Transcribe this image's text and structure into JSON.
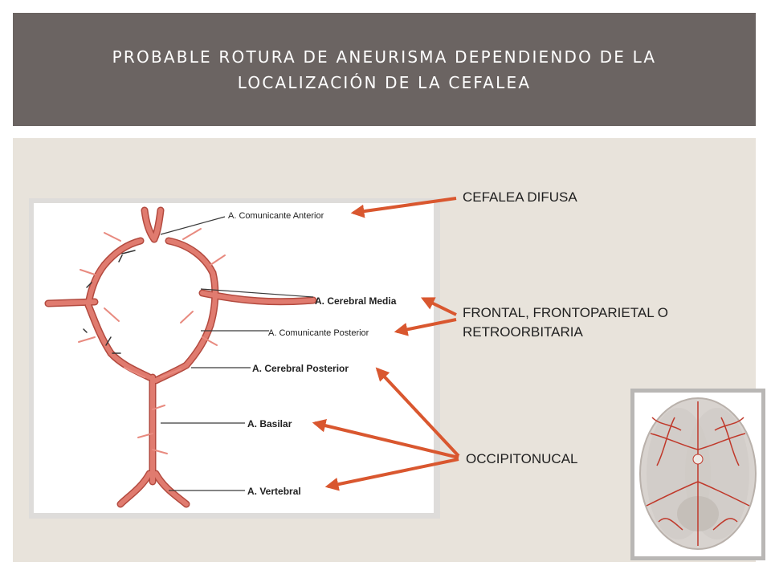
{
  "slide": {
    "title": "PROBABLE ROTURA DE ANEURISMA DEPENDIENDO DE LA LOCALIZACIÓN DE LA CEFALEA"
  },
  "diagram": {
    "artery_labels": {
      "comunicante_anterior": "A. Comunicante Anterior",
      "cerebral_media": "A. Cerebral Media",
      "comunicante_posterior": "A. Comunicante Posterior",
      "cerebral_posterior": "A. Cerebral Posterior",
      "basilar": "A. Basilar",
      "vertebral": "A. Vertebral"
    },
    "headache_labels": {
      "difusa": "CEFALEA DIFUSA",
      "frontal_line1": "FRONTAL, FRONTOPARIETAL O",
      "frontal_line2": "RETROORBITARIA",
      "occipital": "OCCIPITONUCAL"
    }
  },
  "colors": {
    "title_band": "#6b6462",
    "content_bg": "#e8e3db",
    "arrow": "#d9572f",
    "artery": "#d96a5e"
  }
}
